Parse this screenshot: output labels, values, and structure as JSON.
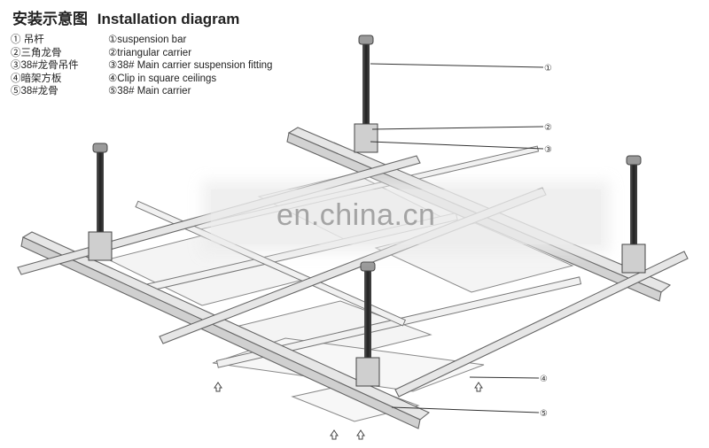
{
  "title": {
    "chinese": "安装示意图",
    "english": "Installation diagram"
  },
  "legend_chinese": [
    "① 吊杆",
    "②三角龙骨",
    "③38#龙骨吊件",
    "④暗架方板",
    "⑤38#龙骨"
  ],
  "legend_english": [
    "①suspension bar",
    "②triangular  carrier",
    "③38# Main carrier suspension fitting",
    "④Clip in square ceilings",
    "⑤38# Main carrier"
  ],
  "callouts": [
    "①",
    "②",
    "③",
    "④",
    "⑤"
  ],
  "watermark": "en.china.cn"
}
